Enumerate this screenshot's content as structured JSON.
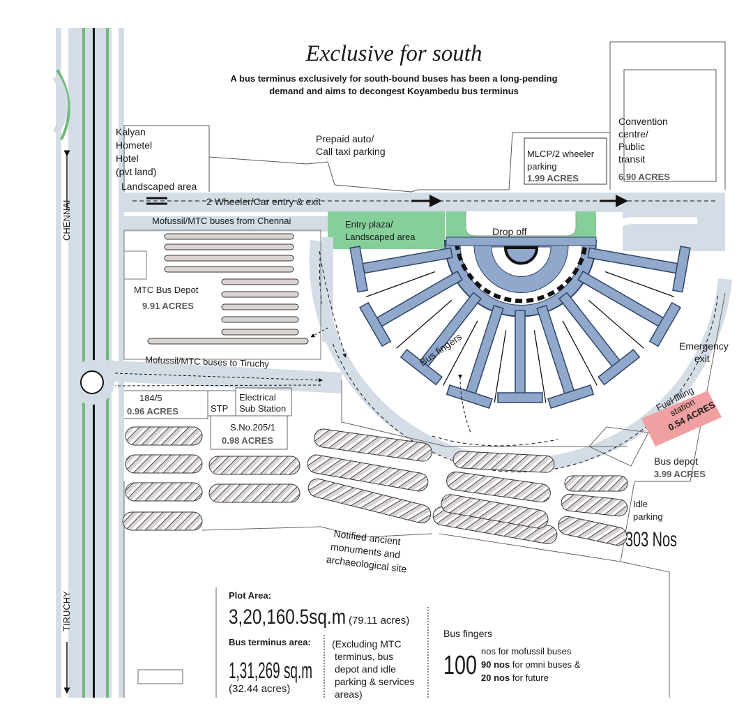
{
  "title": "Exclusive for south",
  "subtitle_line1": "A bus terminus exclusively for south-bound buses has been a long-pending",
  "subtitle_line2": "demand and aims to decongest Koyambedu bus terminus",
  "road_labels": {
    "chennai": "CHENNAI",
    "tiruchy": "TIRUCHY"
  },
  "labels": {
    "kalyan_l1": "Kalyan",
    "kalyan_l2": "Hometel",
    "kalyan_l3": "Hotel",
    "kalyan_l4": "(pvt land)",
    "landscaped": "Landscaped area",
    "prepaid_l1": "Prepaid auto/",
    "prepaid_l2": "Call taxi parking",
    "mlcp_l1": "MLCP/2 wheeler",
    "mlcp_l2": "parking",
    "mlcp_area": "1.99 ACRES",
    "convention_l1": "Convention",
    "convention_l2": "centre/",
    "convention_l3": "Public",
    "convention_l4": "transit",
    "convention_area": "6.90 ACRES",
    "wheeler_entry": "2 Wheeler/Car entry & exit",
    "mofussil_from": "Mofussil/MTC buses from Chennai",
    "entry_plaza_l1": "Entry plaza/",
    "entry_plaza_l2": "Landscaped area",
    "drop_off": "Drop off",
    "mtc_depot": "MTC Bus Depot",
    "mtc_depot_area": "9.91 ACRES",
    "mofussil_to": "Mofussil/MTC buses to Tiruchy",
    "bus_fingers_map": "Bus fingers",
    "emergency_l1": "Emergency",
    "emergency_l2": "exit",
    "fuel_l1": "Fuel filling",
    "fuel_l2": "station",
    "fuel_area": "0.54 ACRES",
    "s184": "184/5",
    "s184_area": "0.96 ACRES",
    "stp": "STP",
    "electrical_l1": "Electrical",
    "electrical_l2": "Sub Station",
    "sno205": "S.No.205/1",
    "sno205_area": "0.98 ACRES",
    "bus_depot": "Bus depot",
    "bus_depot_area": "3.99 ACRES",
    "idle_l1": "Idle",
    "idle_l2": "parking",
    "idle_count": "303 Nos",
    "notified_l1": "Notified ancient",
    "notified_l2": "monuments and",
    "notified_l3": "archaeological site"
  },
  "stats": {
    "plot_area_label": "Plot Area:",
    "plot_area_value": "3,20,160.5sq.m",
    "plot_area_acres": "(79.11 acres)",
    "terminus_label": "Bus terminus area:",
    "terminus_value": "1,31,269 sq.m",
    "terminus_acres": "(32.44 acres)",
    "excl_l1": "(Excluding MTC",
    "excl_l2": "terminus, bus",
    "excl_l3": "depot and idle",
    "excl_l4": "parking & services",
    "excl_l5": "areas)",
    "fingers_label": "Bus fingers",
    "fingers_value": "100",
    "fingers_l1": "nos for mofussil buses",
    "fingers_l2b": "90 nos",
    "fingers_l2": " for omni buses &",
    "fingers_l3b": "20 nos",
    "fingers_l3": " for future"
  },
  "colors": {
    "road": "#d4dde6",
    "building": "#8fa8cc",
    "green": "#86cf9a",
    "highway_green": "#6dbb7a",
    "fuel": "#f0a0a0",
    "parking": "#d9d4d2"
  }
}
